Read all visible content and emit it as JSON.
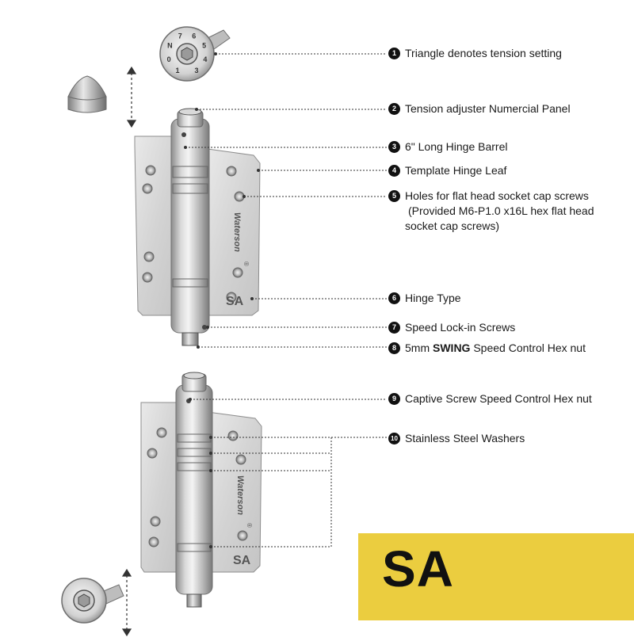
{
  "callouts": [
    {
      "n": "1",
      "text": "Triangle denotes tension setting"
    },
    {
      "n": "2",
      "text": "Tension adjuster Numercial Panel"
    },
    {
      "n": "3",
      "text": "6\" Long Hinge Barrel"
    },
    {
      "n": "4",
      "text": "Template Hinge Leaf"
    },
    {
      "n": "5",
      "line1": "Holes for flat head socket cap screws",
      "line2": "(Provided M6-P1.0 x16L hex flat head",
      "line3": "socket cap screws)"
    },
    {
      "n": "6",
      "text": "Hinge Type"
    },
    {
      "n": "7",
      "text": "Speed Lock-in Screws"
    },
    {
      "n": "8",
      "pre": "5mm ",
      "bold": "SWING",
      "post": " Speed Control Hex nut"
    },
    {
      "n": "9",
      "text": "Captive Screw Speed Control Hex nut"
    },
    {
      "n": "10",
      "text": "Stainless Steel Washers"
    }
  ],
  "badge": {
    "text": "SA"
  },
  "hinge_top": {
    "type_label": "SA",
    "brand": "Waterson",
    "reg": "®"
  },
  "hinge_bottom": {
    "type_label": "SA",
    "brand": "Waterson",
    "reg": "®"
  },
  "dial": {
    "digits": [
      "1",
      "0",
      "N",
      "7",
      "6",
      "5",
      "4",
      "3"
    ]
  },
  "colors": {
    "badge": "#ebcd3f",
    "steel_light": "#e4e4e4",
    "steel_dark": "#9a9a9a"
  }
}
